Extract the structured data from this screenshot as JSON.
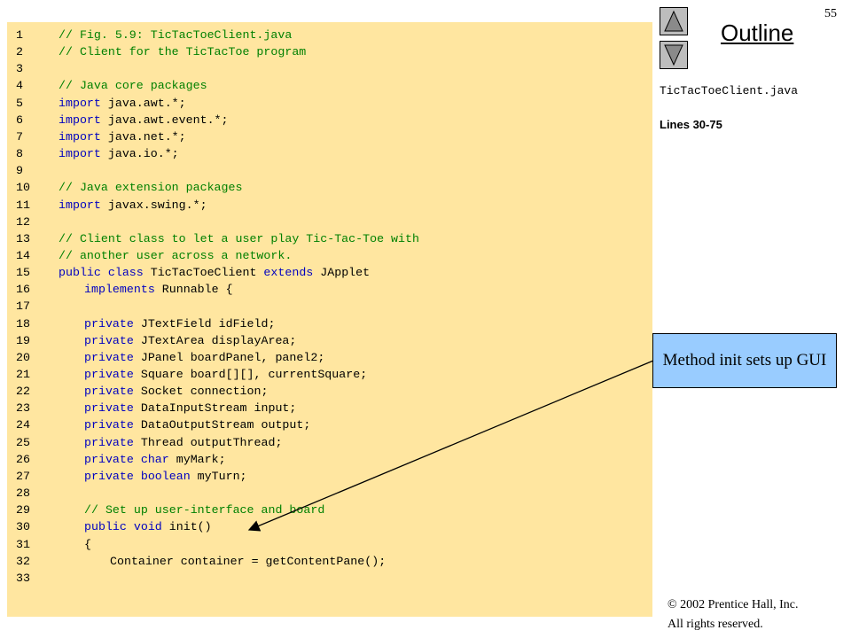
{
  "slide": {
    "page_number": "55",
    "outline_label": "Outline",
    "file_name": "TicTacToeClient.java",
    "lines_range": "Lines 30-75",
    "callout_text": "Method init sets up GUI",
    "copyright_line1": "© 2002 Prentice Hall, Inc.",
    "copyright_line2": "All rights reserved.",
    "nav": {
      "up_icon": "triangle-up-icon",
      "down_icon": "triangle-down-icon"
    }
  },
  "colors": {
    "code_background": "#ffe6a0",
    "keyword": "#0000c0",
    "comment": "#008000",
    "callout_background": "#99ccff"
  },
  "code": [
    {
      "n": "1",
      "indent": 0,
      "parts": [
        [
          "cm",
          "// Fig. 5.9: TicTacToeClient.java"
        ]
      ]
    },
    {
      "n": "2",
      "indent": 0,
      "parts": [
        [
          "cm",
          "// Client for the TicTacToe program"
        ]
      ]
    },
    {
      "n": "3",
      "indent": 0,
      "parts": []
    },
    {
      "n": "4",
      "indent": 0,
      "parts": [
        [
          "cm",
          "// Java core packages"
        ]
      ]
    },
    {
      "n": "5",
      "indent": 0,
      "parts": [
        [
          "kw",
          "import"
        ],
        [
          "plain",
          " java.awt.*;"
        ]
      ]
    },
    {
      "n": "6",
      "indent": 0,
      "parts": [
        [
          "kw",
          "import"
        ],
        [
          "plain",
          " java.awt.event.*;"
        ]
      ]
    },
    {
      "n": "7",
      "indent": 0,
      "parts": [
        [
          "kw",
          "import"
        ],
        [
          "plain",
          " java.net.*;"
        ]
      ]
    },
    {
      "n": "8",
      "indent": 0,
      "parts": [
        [
          "kw",
          "import"
        ],
        [
          "plain",
          " java.io.*;"
        ]
      ]
    },
    {
      "n": "9",
      "indent": 0,
      "parts": []
    },
    {
      "n": "10",
      "indent": 0,
      "parts": [
        [
          "cm",
          "// Java extension packages"
        ]
      ]
    },
    {
      "n": "11",
      "indent": 0,
      "parts": [
        [
          "kw",
          "import"
        ],
        [
          "plain",
          " javax.swing.*;"
        ]
      ]
    },
    {
      "n": "12",
      "indent": 0,
      "parts": []
    },
    {
      "n": "13",
      "indent": 0,
      "parts": [
        [
          "cm",
          "// Client class to let a user play Tic-Tac-Toe with"
        ]
      ]
    },
    {
      "n": "14",
      "indent": 0,
      "parts": [
        [
          "cm",
          "// another user across a network."
        ]
      ]
    },
    {
      "n": "15",
      "indent": 0,
      "parts": [
        [
          "kw",
          "public class"
        ],
        [
          "plain",
          " TicTacToeClient "
        ],
        [
          "kw",
          "extends"
        ],
        [
          "plain",
          " JApplet"
        ]
      ]
    },
    {
      "n": "16",
      "indent": 1,
      "parts": [
        [
          "kw",
          "implements"
        ],
        [
          "plain",
          " Runnable {"
        ]
      ]
    },
    {
      "n": "17",
      "indent": 0,
      "parts": []
    },
    {
      "n": "18",
      "indent": 1,
      "parts": [
        [
          "kw",
          "private"
        ],
        [
          "plain",
          " JTextField idField;"
        ]
      ]
    },
    {
      "n": "19",
      "indent": 1,
      "parts": [
        [
          "kw",
          "private"
        ],
        [
          "plain",
          " JTextArea displayArea;"
        ]
      ]
    },
    {
      "n": "20",
      "indent": 1,
      "parts": [
        [
          "kw",
          "private"
        ],
        [
          "plain",
          " JPanel boardPanel, panel2;"
        ]
      ]
    },
    {
      "n": "21",
      "indent": 1,
      "parts": [
        [
          "kw",
          "private"
        ],
        [
          "plain",
          " Square board[][], currentSquare;"
        ]
      ]
    },
    {
      "n": "22",
      "indent": 1,
      "parts": [
        [
          "kw",
          "private"
        ],
        [
          "plain",
          " Socket connection;"
        ]
      ]
    },
    {
      "n": "23",
      "indent": 1,
      "parts": [
        [
          "kw",
          "private"
        ],
        [
          "plain",
          " DataInputStream input;"
        ]
      ]
    },
    {
      "n": "24",
      "indent": 1,
      "parts": [
        [
          "kw",
          "private"
        ],
        [
          "plain",
          " DataOutputStream output;"
        ]
      ]
    },
    {
      "n": "25",
      "indent": 1,
      "parts": [
        [
          "kw",
          "private"
        ],
        [
          "plain",
          " Thread outputThread;"
        ]
      ]
    },
    {
      "n": "26",
      "indent": 1,
      "parts": [
        [
          "kw",
          "private char"
        ],
        [
          "plain",
          " myMark;"
        ]
      ]
    },
    {
      "n": "27",
      "indent": 1,
      "parts": [
        [
          "kw",
          "private boolean"
        ],
        [
          "plain",
          " myTurn;"
        ]
      ]
    },
    {
      "n": "28",
      "indent": 0,
      "parts": []
    },
    {
      "n": "29",
      "indent": 1,
      "parts": [
        [
          "cm",
          "// Set up user-interface and board"
        ]
      ]
    },
    {
      "n": "30",
      "indent": 1,
      "parts": [
        [
          "kw",
          "public void"
        ],
        [
          "plain",
          " init()"
        ]
      ]
    },
    {
      "n": "31",
      "indent": 1,
      "parts": [
        [
          "plain",
          "{"
        ]
      ]
    },
    {
      "n": "32",
      "indent": 2,
      "parts": [
        [
          "plain",
          "Container container = getContentPane();"
        ]
      ]
    },
    {
      "n": "33",
      "indent": 0,
      "parts": []
    }
  ]
}
